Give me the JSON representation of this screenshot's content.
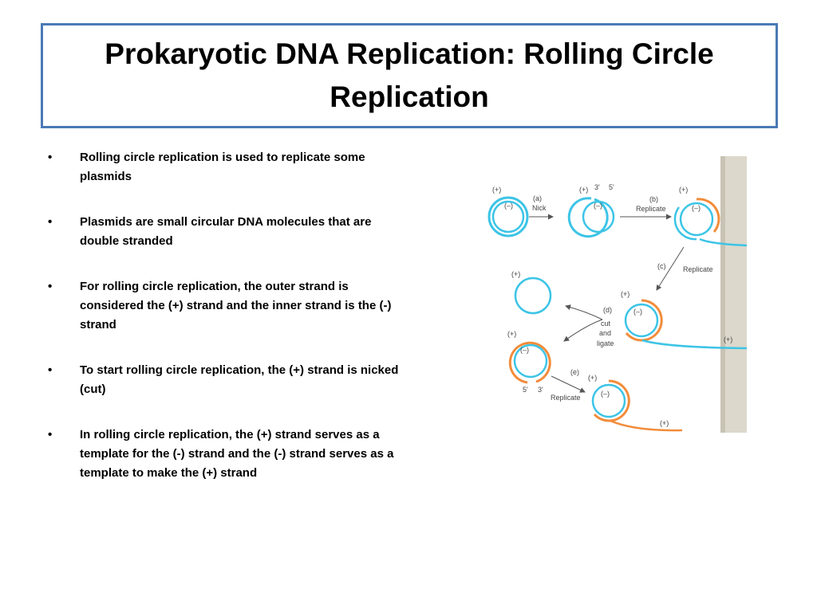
{
  "slide": {
    "title": "Prokaryotic DNA Replication: Rolling Circle Replication",
    "bullets": [
      "Rolling circle replication is used to replicate some plasmids",
      "Plasmids are small circular DNA molecules that are double stranded",
      "For rolling circle replication, the outer strand is considered the (+) strand and the inner strand is the (-) strand",
      "To start rolling circle replication, the (+) strand is nicked (cut)",
      "In rolling circle replication, the (+) strand serves as a template for the (-) strand and the (-) strand serves as a template to make the (+) strand"
    ],
    "bullet_symbol": "•"
  },
  "figure": {
    "colors": {
      "minus_strand": "#3cc4e6",
      "plus_strand": "#f28c3a",
      "arrow": "#555555",
      "page_edge": "#d8d4c8"
    },
    "labels": {
      "plus": "(+)",
      "minus": "(–)",
      "three_prime": "3'",
      "five_prime": "5'",
      "step_a": "(a)",
      "nick": "Nick",
      "step_b": "(b)",
      "replicate_b": "Replicate",
      "step_c": "(c)",
      "replicate_c": "Replicate",
      "step_d": "(d)",
      "cut": "cut",
      "and": "and",
      "ligate": "ligate",
      "step_e": "(e)",
      "replicate_e": "Replicate"
    }
  }
}
